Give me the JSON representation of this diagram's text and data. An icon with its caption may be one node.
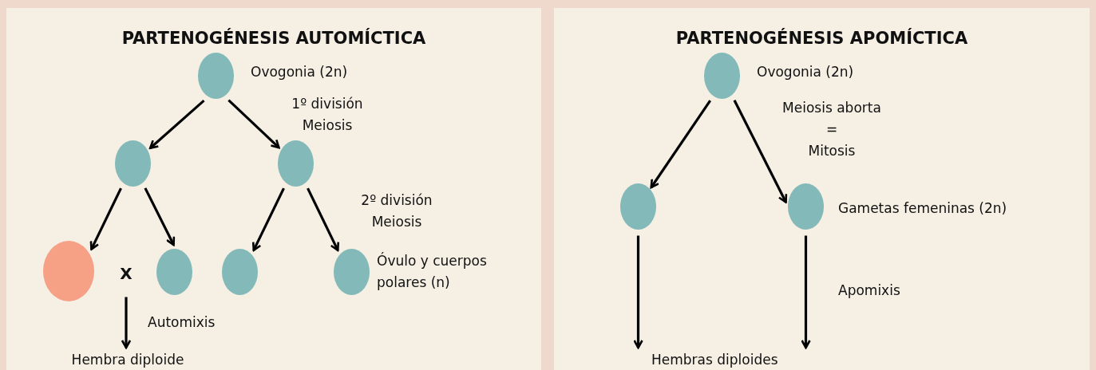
{
  "diagram": {
    "nodes": [
      {
        "text": [
          "PARTENOGÉNESIS AUTOMÍCTICA"
        ]
      },
      {
        "text": [],
        "shape": "circle",
        "in": 0,
        "beside": [
          "Ovogonia (2n)"
        ]
      },
      {
        "text": [],
        "shape": "circle",
        "in": 0
      },
      {
        "text": [],
        "shape": "circle",
        "in": 0
      },
      {
        "text": [],
        "shape": "circle",
        "in": 0
      },
      {
        "text": [
          "X"
        ],
        "in": 0
      },
      {
        "text": [],
        "shape": "circle",
        "in": 0
      },
      {
        "text": [],
        "shape": "circle",
        "in": 0
      },
      {
        "text": [],
        "shape": "circle",
        "in": 0,
        "beside": [
          "Óvulo y cuerpos polares (n)"
        ]
      },
      {
        "text": [
          "Hembra diploide"
        ],
        "in": 0
      },
      {
        "text": [
          "PARTENOGÉNESIS APOMÍCTICA"
        ]
      },
      {
        "text": [],
        "shape": "circle",
        "in": 10,
        "beside": [
          "Ovogonia (2n)"
        ]
      },
      {
        "text": [],
        "shape": "circle",
        "in": 10
      },
      {
        "text": [],
        "shape": "circle",
        "in": 10,
        "beside": [
          "Gametas femeninas (2n)"
        ]
      },
      {
        "text": [
          "Hembras diploides"
        ],
        "in": 10
      }
    ],
    "edges": [
      {
        "from": 1,
        "to": 2,
        "arrow": "to"
      },
      {
        "from": 1,
        "to": 3,
        "arrow": "to",
        "label": "1º división Meiosis"
      },
      {
        "from": 2,
        "to": 4,
        "arrow": "to"
      },
      {
        "from": 2,
        "to": 6,
        "arrow": "to"
      },
      {
        "from": 3,
        "to": 7,
        "arrow": "to"
      },
      {
        "from": 3,
        "to": 8,
        "arrow": "to",
        "label": "2º división Meiosis"
      },
      {
        "from": 5,
        "to": 9,
        "arrow": "to",
        "label": "Automixis"
      },
      {
        "from": 11,
        "to": 12,
        "arrow": "to"
      },
      {
        "from": 11,
        "to": 13,
        "arrow": "to",
        "label": "Meiosis aborta = Mitosis"
      },
      {
        "from": 12,
        "to": 14,
        "arrow": "to"
      },
      {
        "from": 13,
        "to": 14,
        "arrow": "to",
        "label": "Apomixis"
      }
    ]
  }
}
